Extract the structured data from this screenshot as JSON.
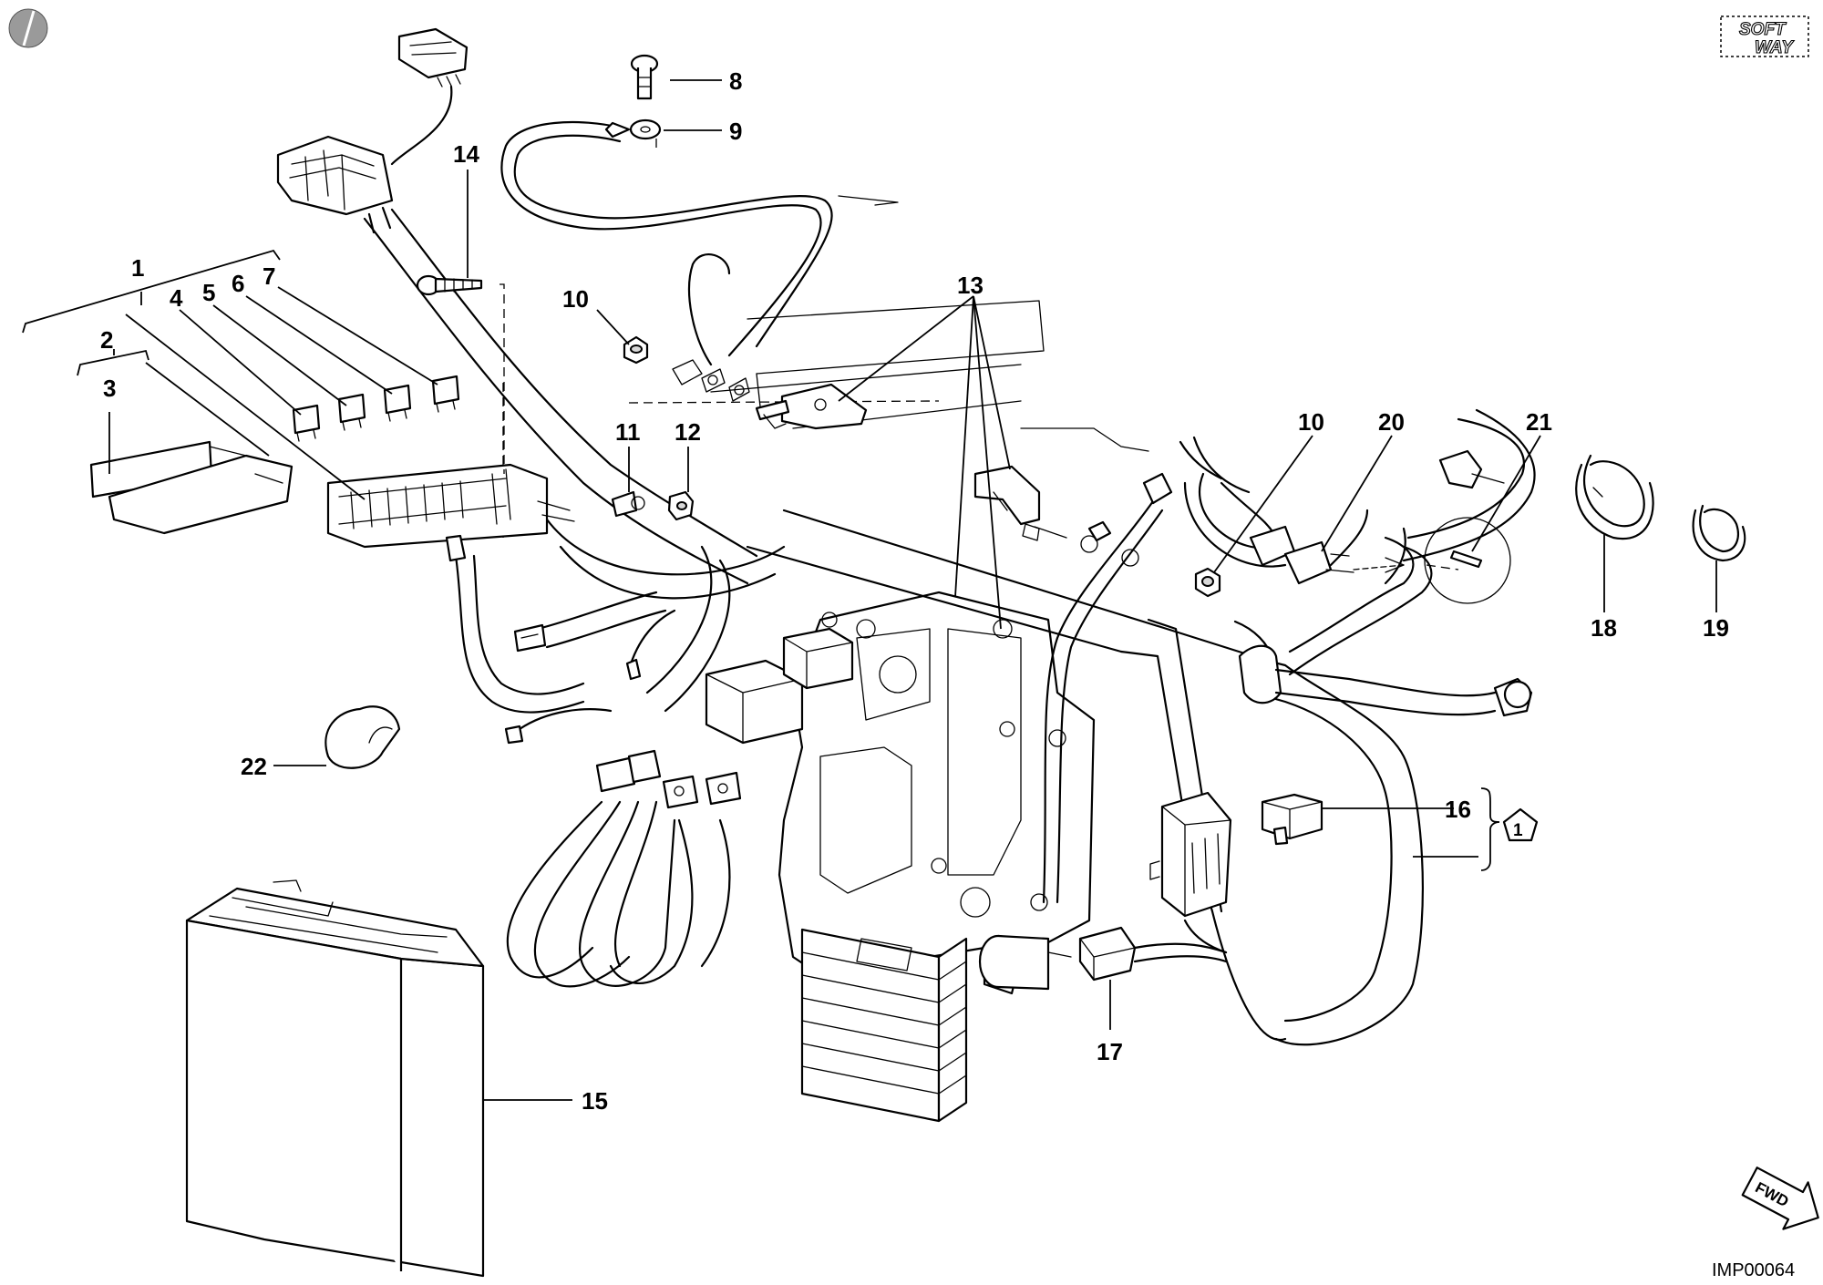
{
  "diagram": {
    "callouts": [
      {
        "id": "c1",
        "label": "1"
      },
      {
        "id": "c2",
        "label": "2"
      },
      {
        "id": "c3",
        "label": "3"
      },
      {
        "id": "c4",
        "label": "4"
      },
      {
        "id": "c5",
        "label": "5"
      },
      {
        "id": "c6",
        "label": "6"
      },
      {
        "id": "c7",
        "label": "7"
      },
      {
        "id": "c8",
        "label": "8"
      },
      {
        "id": "c9",
        "label": "9"
      },
      {
        "id": "c10a",
        "label": "10"
      },
      {
        "id": "c10b",
        "label": "10"
      },
      {
        "id": "c11",
        "label": "11"
      },
      {
        "id": "c12",
        "label": "12"
      },
      {
        "id": "c13",
        "label": "13"
      },
      {
        "id": "c14",
        "label": "14"
      },
      {
        "id": "c15",
        "label": "15"
      },
      {
        "id": "c16",
        "label": "16"
      },
      {
        "id": "c17",
        "label": "17"
      },
      {
        "id": "c18",
        "label": "18"
      },
      {
        "id": "c19",
        "label": "19"
      },
      {
        "id": "c20",
        "label": "20"
      },
      {
        "id": "c21",
        "label": "21"
      },
      {
        "id": "c22",
        "label": "22"
      }
    ],
    "kit_marker": "1",
    "drawing_code": "IMP00064",
    "logo": {
      "line1": "SOFT",
      "line2": "WAY"
    },
    "fwd_label": "FWD"
  }
}
